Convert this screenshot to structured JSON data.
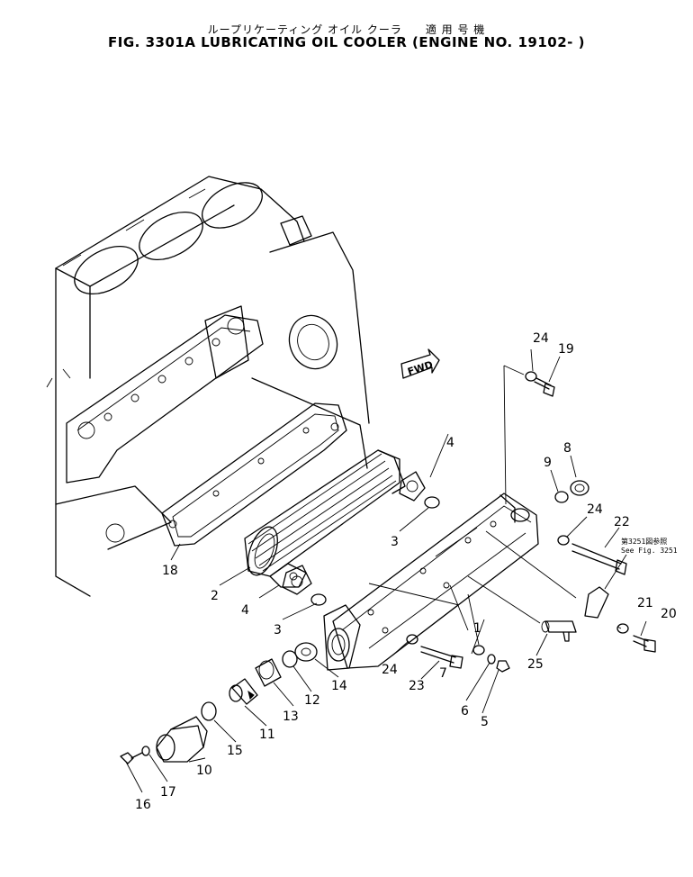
{
  "title_jp": "ループリケーティング オイル クーラ　　適 用 号 機",
  "title_en": "FIG. 3301A  LUBRICATING OIL COOLER (ENGINE NO. 19102- )",
  "fwd_label": "FWD",
  "reference_note": {
    "line1": "第3251図参照",
    "line2": "See Fig. 3251"
  },
  "callouts": {
    "p1": "1",
    "p2": "2",
    "p3a": "3",
    "p3b": "3",
    "p4a": "4",
    "p4b": "4",
    "p5": "5",
    "p6": "6",
    "p7": "7",
    "p8": "8",
    "p9": "9",
    "p10": "10",
    "p11": "11",
    "p12": "12",
    "p13": "13",
    "p14": "14",
    "p15": "15",
    "p16": "16",
    "p17": "17",
    "p18": "18",
    "p19": "19",
    "p20": "20",
    "p21": "21",
    "p22": "22",
    "p23": "23",
    "p24a": "24",
    "p24b": "24",
    "p24c": "24",
    "p25": "25"
  }
}
